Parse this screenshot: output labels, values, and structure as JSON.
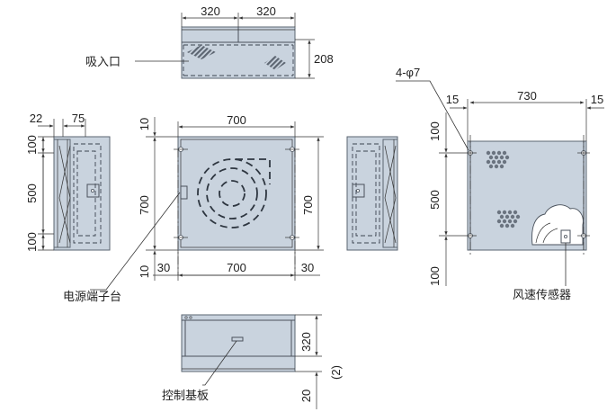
{
  "dimensions": {
    "top_w1": "320",
    "top_w2": "320",
    "top_h": "208",
    "left_22": "22",
    "left_75": "75",
    "left_100a": "100",
    "left_500": "500",
    "left_100b": "100",
    "front_700_top": "700",
    "front_700_left": "700",
    "front_700_right": "700",
    "front_10_top": "10",
    "front_10_bot": "10",
    "front_30_left": "30",
    "front_700_bot": "700",
    "front_30_right": "30",
    "rear_hole": "4-φ7",
    "rear_15_left": "15",
    "rear_730": "730",
    "rear_15_right": "15",
    "rear_100_top": "100",
    "rear_500": "500",
    "rear_100_bot": "100",
    "bottom_320": "320",
    "bottom_20": "20",
    "bottom_note": "(2)"
  },
  "labels": {
    "inlet": "吸入口",
    "terminal_block": "电源端子台",
    "wind_sensor": "风速传感器",
    "control_board": "控制基板"
  },
  "colors": {
    "panel_fill": "#c9d3de",
    "panel_edge": "#5a6470",
    "line": "#333333"
  }
}
